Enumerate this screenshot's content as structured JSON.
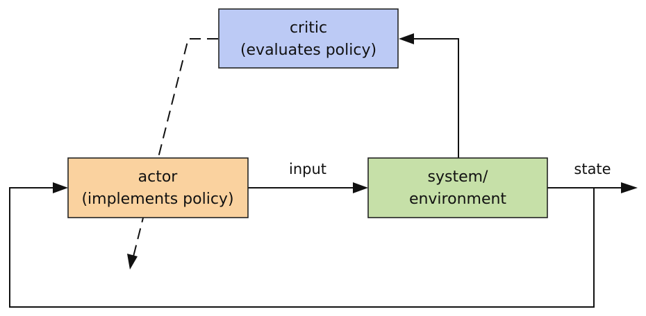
{
  "nodes": {
    "critic": {
      "line1": "critic",
      "line2": "(evaluates policy)",
      "fill": "#bccaf5"
    },
    "actor": {
      "line1": "actor",
      "line2": "(implements policy)",
      "fill": "#fad29f"
    },
    "system": {
      "line1": "system/",
      "line2": "environment",
      "fill": "#c6e0a8"
    }
  },
  "edges": {
    "input_label": "input",
    "state_label": "state"
  },
  "colors": {
    "stroke": "#222222",
    "text": "#111111"
  }
}
